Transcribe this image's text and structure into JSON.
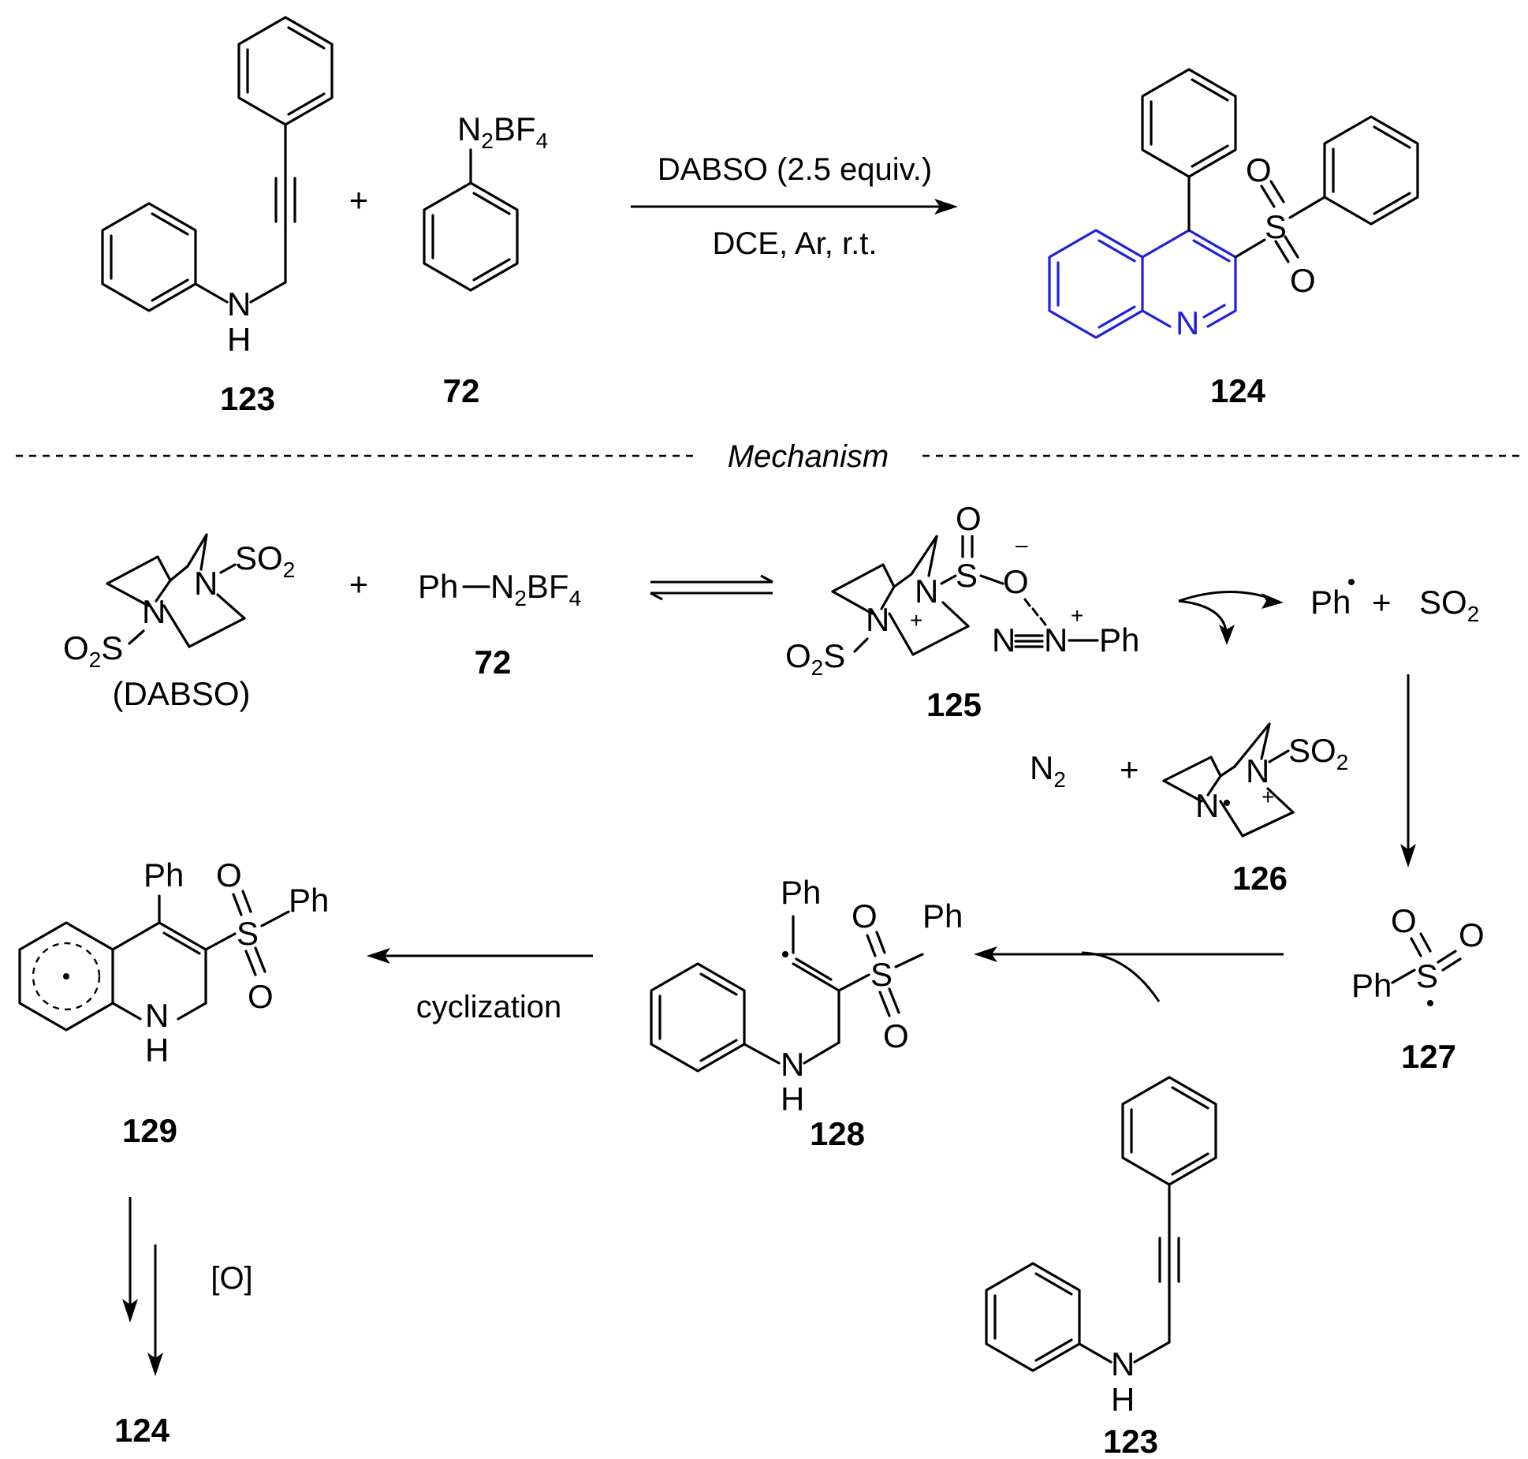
{
  "compounds": {
    "c123": "123",
    "c72": "72",
    "c124": "124",
    "c125": "125",
    "c126": "126",
    "c127": "127",
    "c128": "128",
    "c129": "129",
    "c123b": "123",
    "c72b": "72",
    "c124b": "124"
  },
  "conditions": {
    "top_above": "DABSO (2.5 equiv.)",
    "top_below": "DCE, Ar, r.t.",
    "cyclization": "cyclization",
    "oxidation": "[O]"
  },
  "section": {
    "mechanism": "Mechanism"
  },
  "names": {
    "dabso": "(DABSO)"
  },
  "colors": {
    "highlight": "#1f1fe0"
  }
}
